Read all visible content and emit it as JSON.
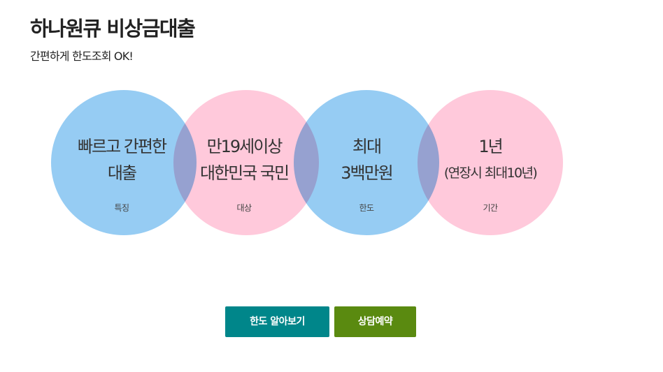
{
  "header": {
    "title": "하나원큐 비상금대출",
    "subtitle": "간편하게 한도조회 OK!"
  },
  "features": [
    {
      "lines": [
        "빠르고 간편한",
        "대출"
      ],
      "caption": "특징",
      "color": "#78bef0"
    },
    {
      "lines": [
        "만19세이상",
        "대한민국 국민"
      ],
      "caption": "대상",
      "color": "#ffb4cd"
    },
    {
      "lines": [
        "최대",
        "3백만원"
      ],
      "caption": "한도",
      "color": "#78bef0"
    },
    {
      "lines": [
        "1년",
        "(연장시 최대10년)"
      ],
      "caption": "기간",
      "color": "#ffb4cd"
    }
  ],
  "buttons": {
    "limit_check": {
      "label": "한도 알아보기",
      "color": "#00868a"
    },
    "consult": {
      "label": "상담예약",
      "color": "#5a8a10"
    }
  }
}
